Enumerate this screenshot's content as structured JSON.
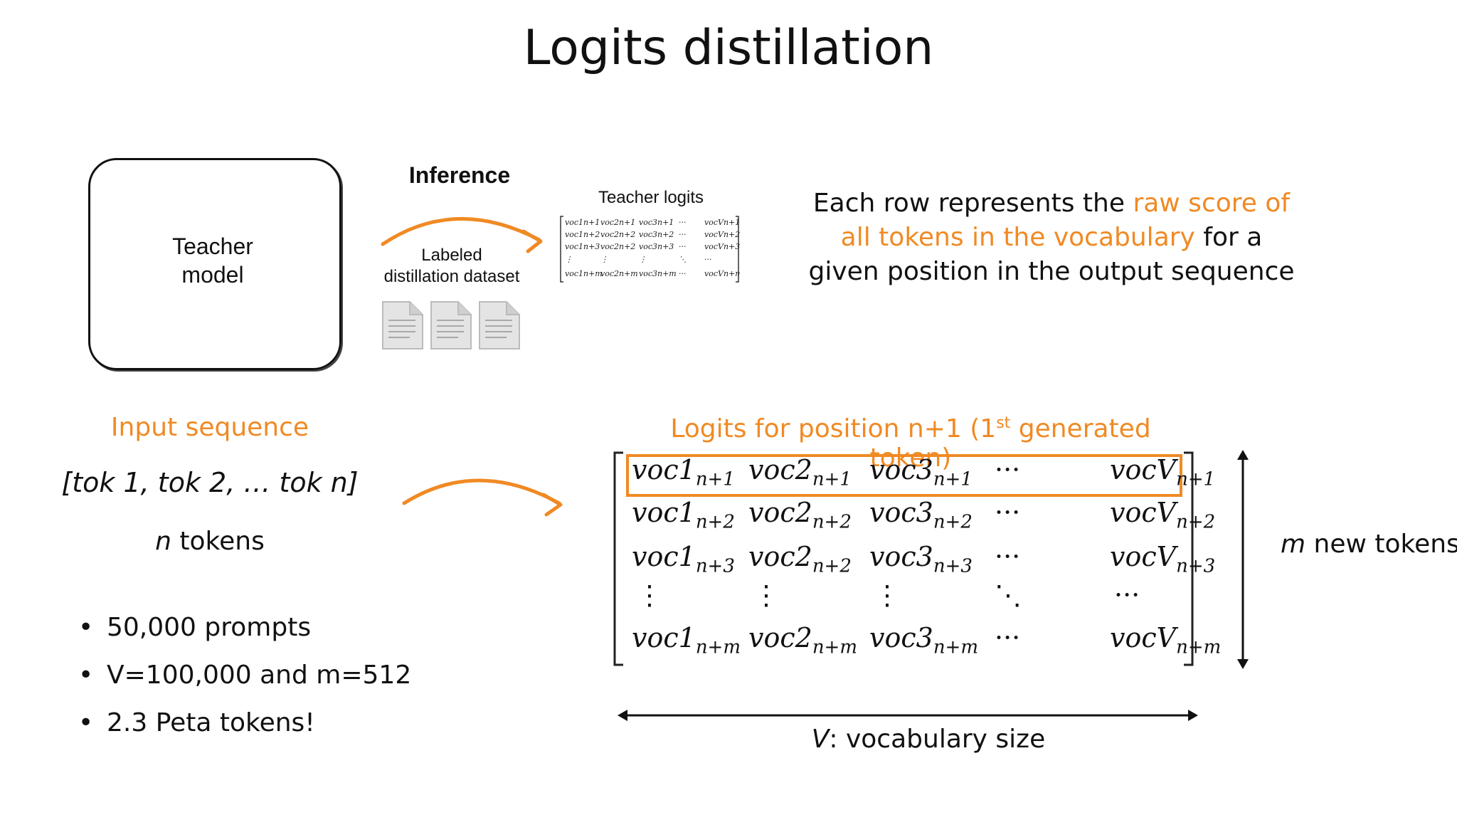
{
  "title": "Logits distillation",
  "teacher": {
    "label_line1": "Teacher",
    "label_line2": "model"
  },
  "inference_label": "Inference",
  "dataset": {
    "line1": "Labeled",
    "line2": "distillation dataset"
  },
  "teacher_logits": {
    "label": "Teacher logits",
    "rows": [
      [
        "voc1n+1",
        "voc2n+1",
        "voc3n+1",
        "···",
        "vocVn+1"
      ],
      [
        "voc1n+2",
        "voc2n+2",
        "voc3n+2",
        "···",
        "vocVn+2"
      ],
      [
        "voc1n+3",
        "voc2n+2",
        "voc3n+3",
        "···",
        "vocVn+3"
      ],
      [
        "⋮",
        "⋮",
        "⋮",
        "⋱",
        "···"
      ],
      [
        "voc1n+m",
        "voc2n+m",
        "voc3n+m",
        "···",
        "vocVn+m"
      ]
    ]
  },
  "description": {
    "part1": "Each row represents the ",
    "highlight": "raw score of all tokens in the vocabulary",
    "part2": " for a given position in the output sequence"
  },
  "input_sequence": {
    "heading": "Input sequence",
    "tokens": "[tok 1, tok 2, … tok n]",
    "count_var": "n",
    "count_text": " tokens"
  },
  "bullets": [
    "50,000 prompts",
    "V=100,000 and m=512",
    "2.3 Peta tokens!"
  ],
  "logits_matrix": {
    "title_before": "Logits for position n+1 (1",
    "title_sup": "st",
    "title_after": " generated token)",
    "rows": [
      [
        {
          "b": "voc1",
          "s": "n+1"
        },
        {
          "b": "voc2",
          "s": "n+1"
        },
        {
          "b": "voc3",
          "s": "n+1"
        },
        {
          "b": "···",
          "s": ""
        },
        {
          "b": "vocV",
          "s": "n+1"
        }
      ],
      [
        {
          "b": "voc1",
          "s": "n+2"
        },
        {
          "b": "voc2",
          "s": "n+2"
        },
        {
          "b": "voc3",
          "s": "n+2"
        },
        {
          "b": "···",
          "s": ""
        },
        {
          "b": "vocV",
          "s": "n+2"
        }
      ],
      [
        {
          "b": "voc1",
          "s": "n+3"
        },
        {
          "b": "voc2",
          "s": "n+2"
        },
        {
          "b": "voc3",
          "s": "n+3"
        },
        {
          "b": "···",
          "s": ""
        },
        {
          "b": "vocV",
          "s": "n+3"
        }
      ],
      [
        {
          "b": "⋮",
          "s": ""
        },
        {
          "b": "⋮",
          "s": ""
        },
        {
          "b": "⋮",
          "s": ""
        },
        {
          "b": "⋱",
          "s": ""
        },
        {
          "b": "···",
          "s": ""
        }
      ],
      [
        {
          "b": "voc1",
          "s": "n+m"
        },
        {
          "b": "voc2",
          "s": "n+m"
        },
        {
          "b": "voc3",
          "s": "n+m"
        },
        {
          "b": "···",
          "s": ""
        },
        {
          "b": "vocV",
          "s": "n+m"
        }
      ]
    ]
  },
  "m_new_tokens": {
    "var": "m",
    "text": " new tokens"
  },
  "vocab_size": {
    "var": "V",
    "text": ": vocabulary size"
  },
  "colors": {
    "accent": "#f08a24",
    "text": "#111111"
  }
}
